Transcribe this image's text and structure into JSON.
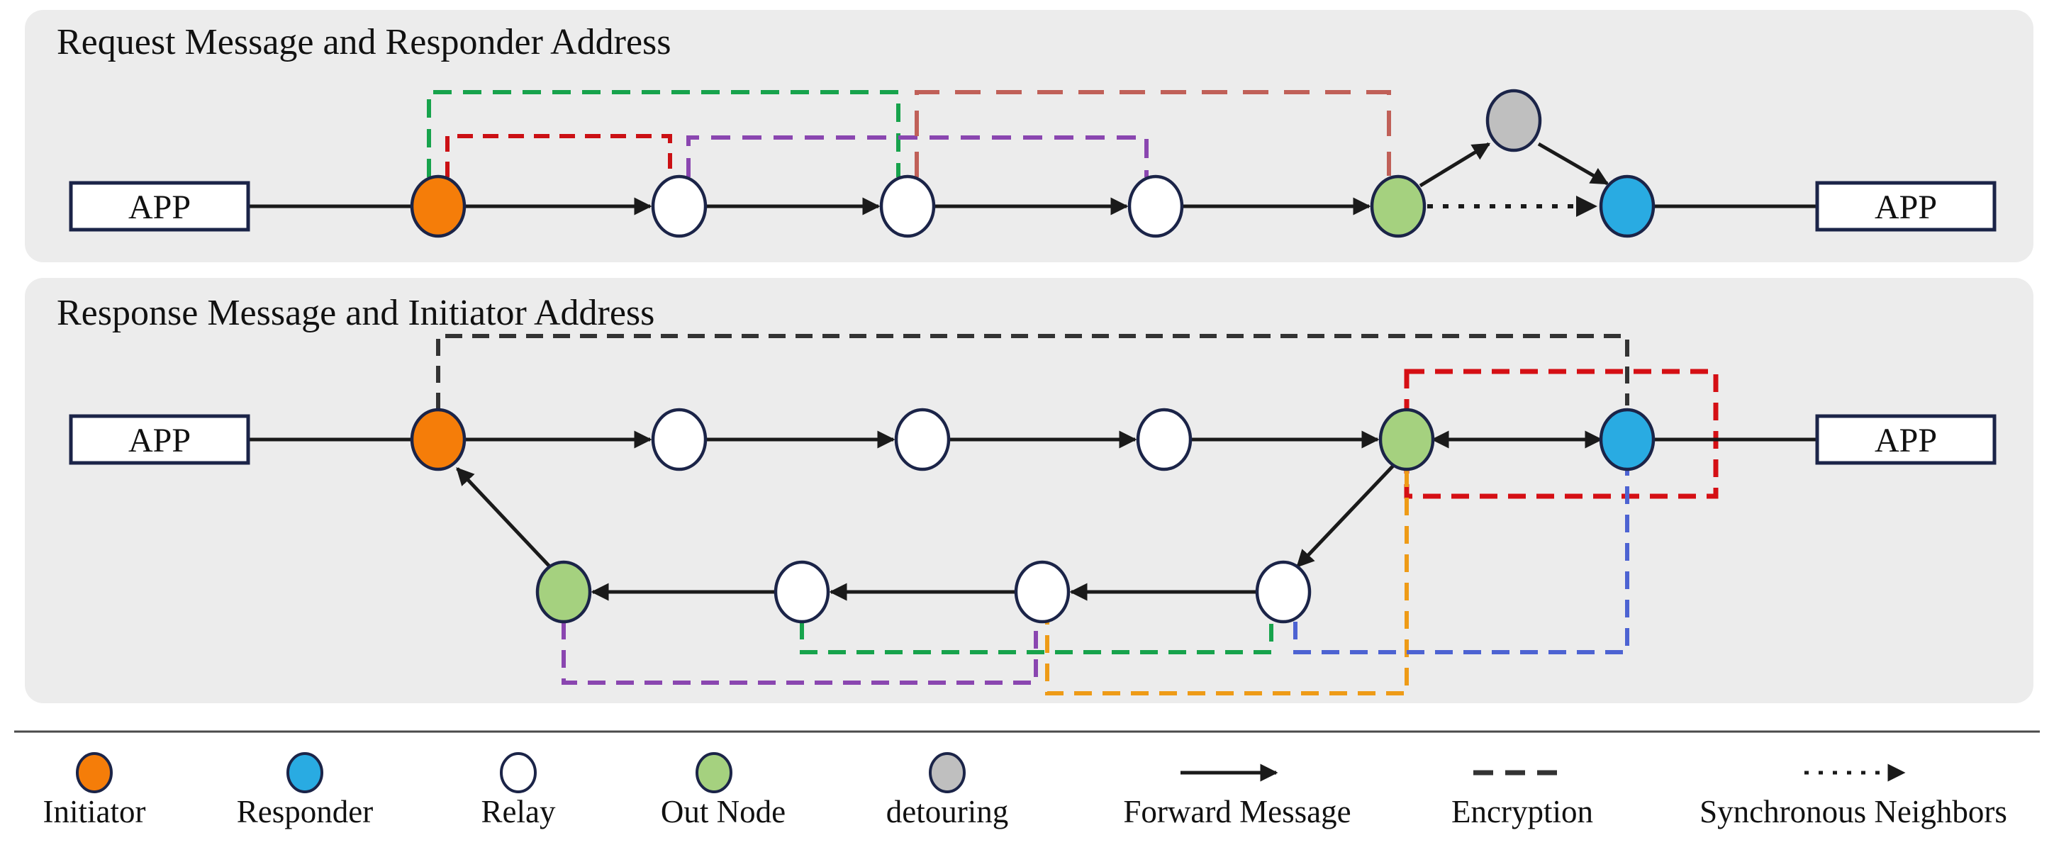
{
  "diagram": {
    "panel1": {
      "title": "Request Message and Responder Address"
    },
    "panel2": {
      "title": "Response Message and Initiator Address"
    },
    "app_label": "APP"
  },
  "legend": {
    "items": [
      {
        "label": "Initiator",
        "symbol": "initiator-node"
      },
      {
        "label": "Responder",
        "symbol": "responder-node"
      },
      {
        "label": "Relay",
        "symbol": "relay-node"
      },
      {
        "label": "Out Node",
        "symbol": "out-node"
      },
      {
        "label": "detouring",
        "symbol": "detouring-node"
      },
      {
        "label": "Forward Message",
        "symbol": "solid-arrow"
      },
      {
        "label": "Encryption",
        "symbol": "dashed-line"
      },
      {
        "label": "Synchronous Neighbors",
        "symbol": "dotted-arrow"
      }
    ]
  },
  "colors": {
    "panel_bg": "#ececec",
    "node_border": "#1b2448",
    "line": "#1a1a1a",
    "separator": "#4a4a4a",
    "initiator": "#f57d09",
    "responder": "#29abe2",
    "relay": "#ffffff",
    "out_node": "#a5d17f",
    "detouring": "#bfbfbf",
    "enc_green": "#17a34c",
    "enc_red": "#cb1014",
    "enc_purple": "#8a46b0",
    "enc_indianred": "#c06058",
    "enc_black": "#333333",
    "enc_redbox": "#d50f14",
    "enc_orange": "#ee9b17",
    "enc_blue": "#4d63d2"
  }
}
